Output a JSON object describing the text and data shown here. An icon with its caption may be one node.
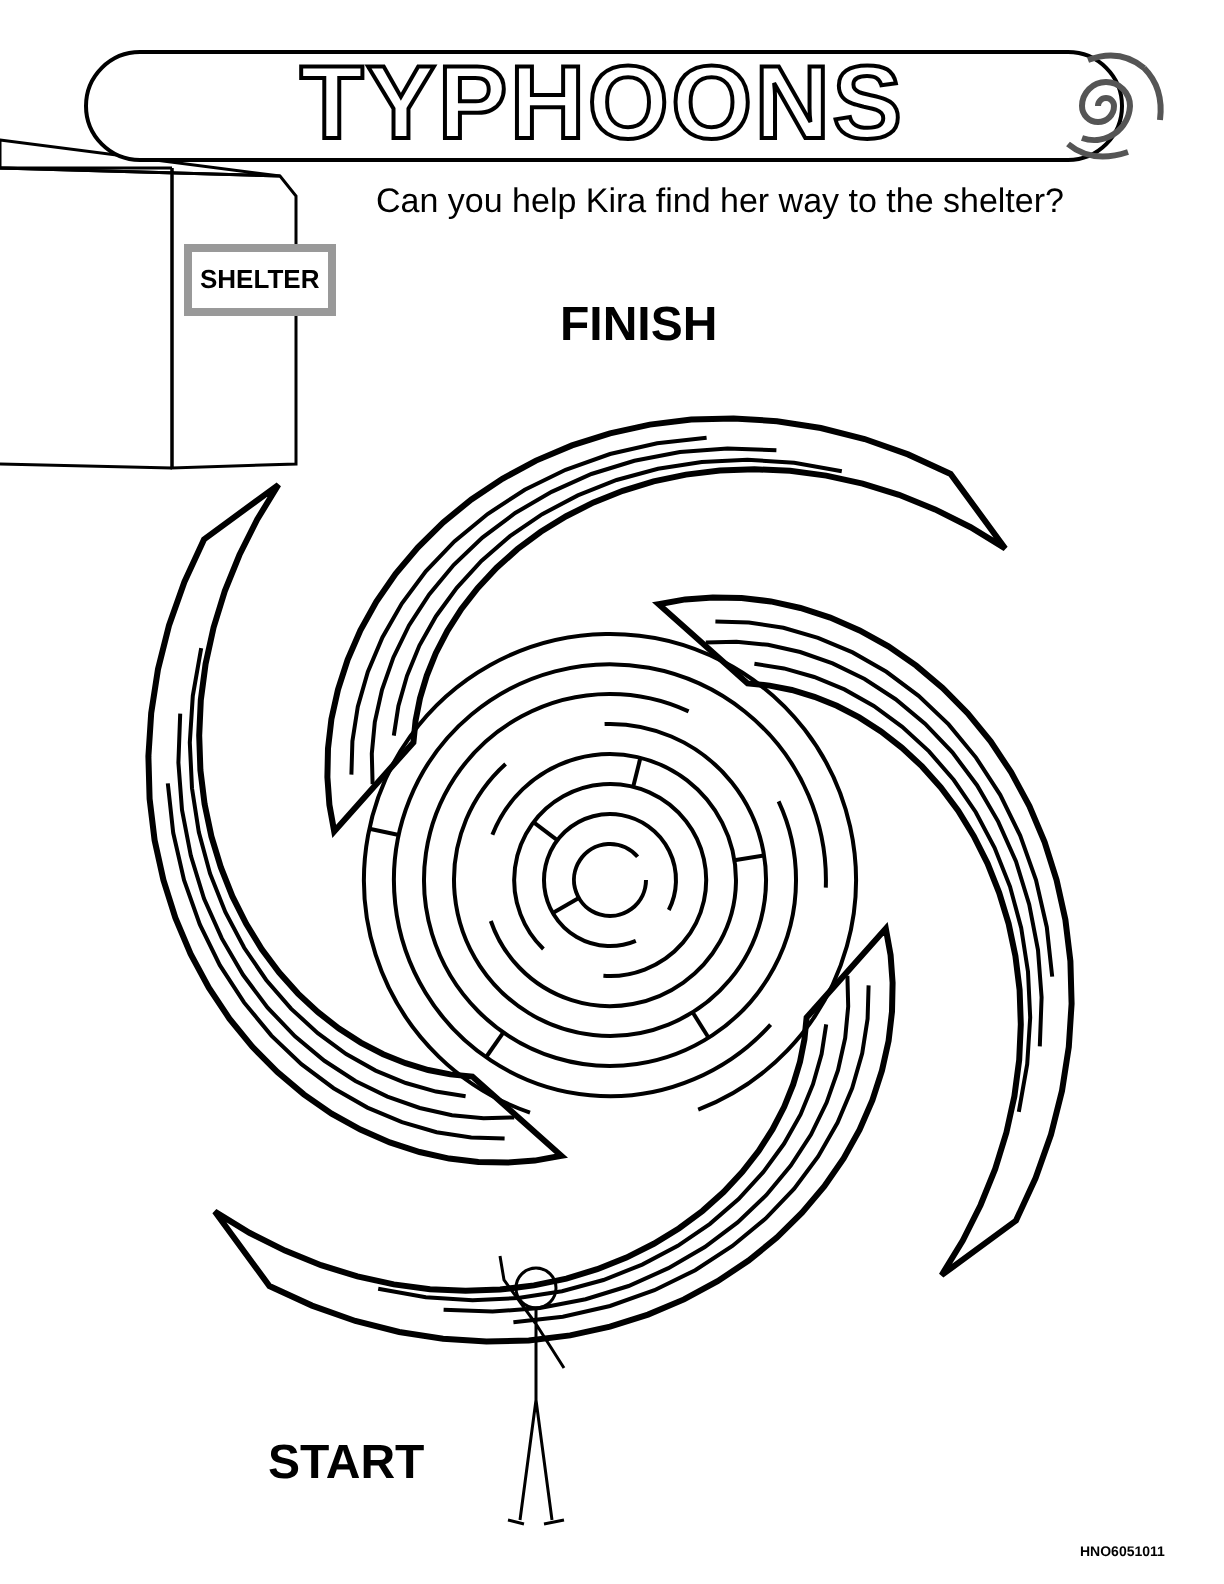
{
  "diagram": {
    "title": "TYPHOONS",
    "nodes": [
      {
        "text": [
          "SHELTER"
        ]
      }
    ],
    "labels": [
      "Can you help Kira find her way to the shelter?",
      "FINISH",
      "START",
      "HNO6051011"
    ]
  }
}
